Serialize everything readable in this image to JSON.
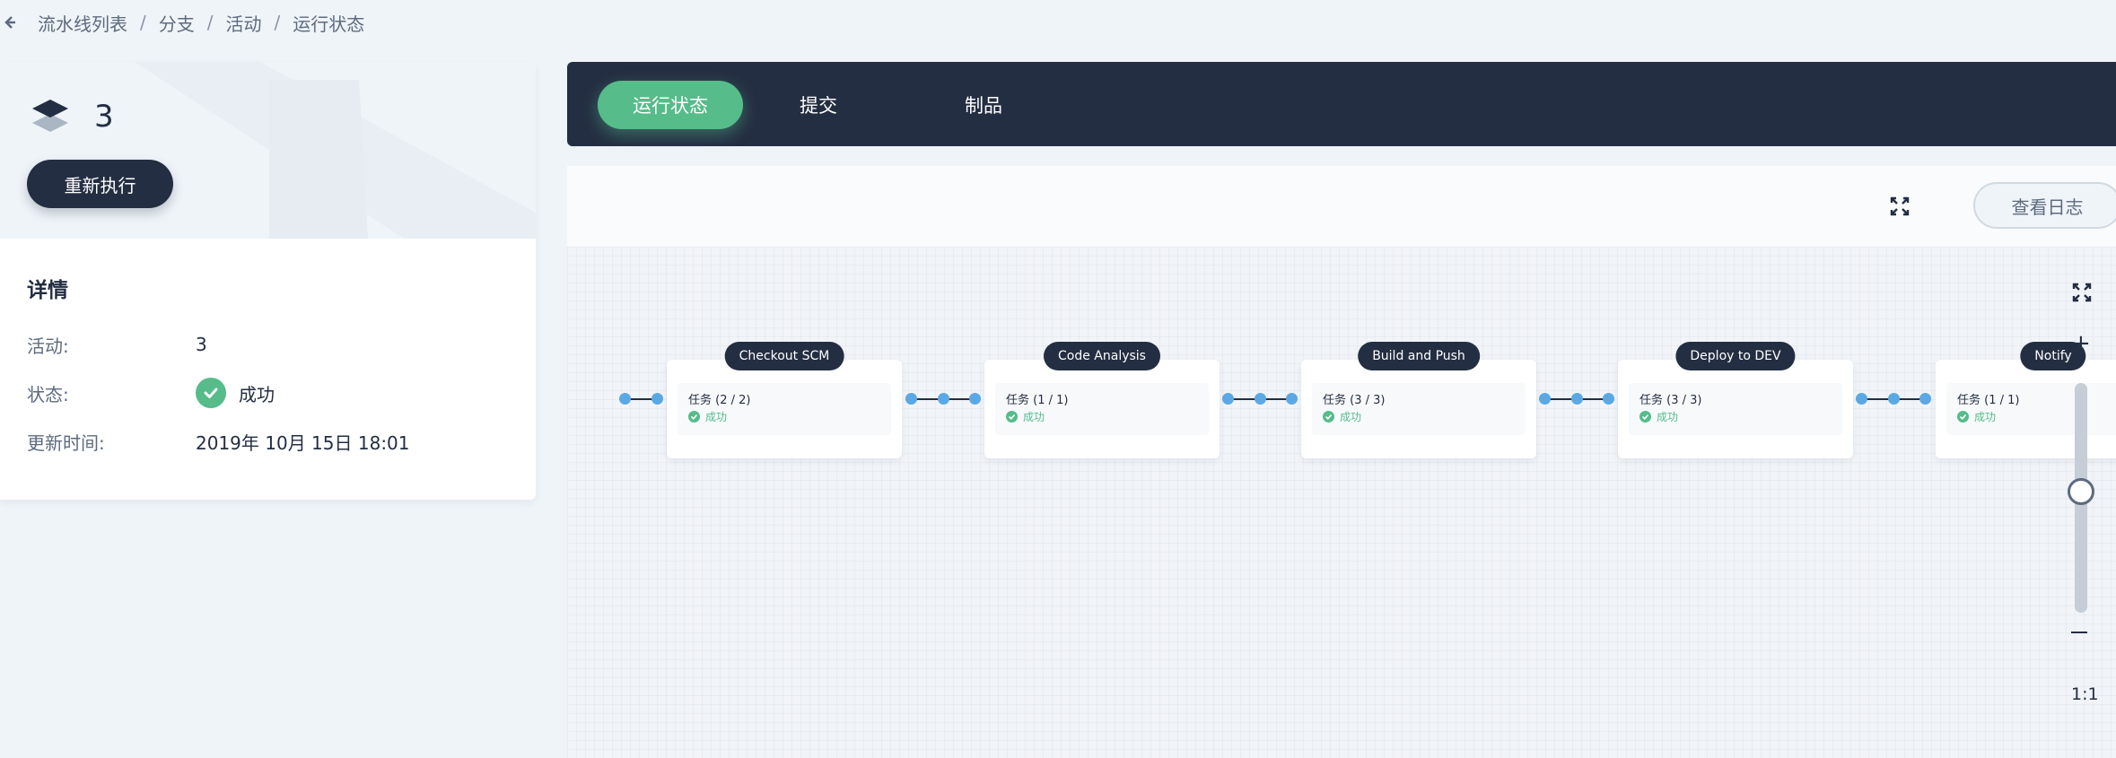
{
  "breadcrumb": {
    "items": [
      "流水线列表",
      "分支",
      "活动",
      "运行状态"
    ],
    "separator": "/"
  },
  "run": {
    "number": "3",
    "rerun_label": "重新执行"
  },
  "details": {
    "title": "详情",
    "activity_label": "活动:",
    "activity_value": "3",
    "status_label": "状态:",
    "status_value": "成功",
    "updated_label": "更新时间:",
    "updated_value": "2019年 10月 15日 18:01"
  },
  "tabs": [
    {
      "label": "运行状态",
      "active": true
    },
    {
      "label": "提交",
      "active": false
    },
    {
      "label": "制品",
      "active": false
    }
  ],
  "toolbar": {
    "view_log_label": "查看日志"
  },
  "pipeline": {
    "stages": [
      {
        "name": "Checkout SCM",
        "task": "任务 (2 / 2)",
        "status": "成功"
      },
      {
        "name": "Code Analysis",
        "task": "任务 (1 / 1)",
        "status": "成功"
      },
      {
        "name": "Build and Push",
        "task": "任务 (3 / 3)",
        "status": "成功"
      },
      {
        "name": "Deploy to DEV",
        "task": "任务 (3 / 3)",
        "status": "成功"
      },
      {
        "name": "Notify",
        "task": "任务 (1 / 1)",
        "status": "成功"
      }
    ]
  },
  "zoom": {
    "plus": "+",
    "ratio": "1:1"
  },
  "colors": {
    "dark": "#242e42",
    "success": "#55bc8a",
    "node": "#5aa9e6",
    "background": "#eff4f9"
  }
}
